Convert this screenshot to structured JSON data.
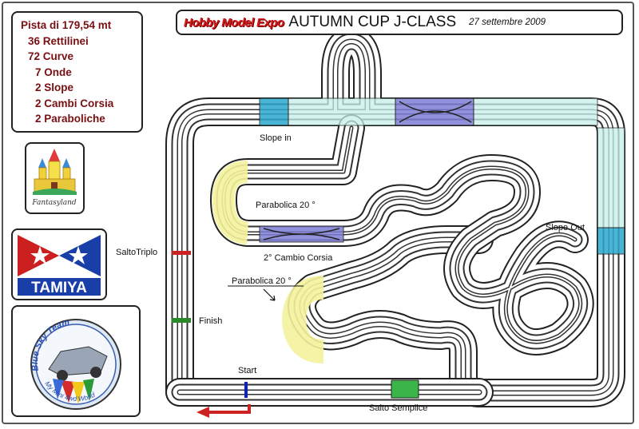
{
  "stats": {
    "length": "Pista di 179,54 mt",
    "items": [
      "36 Rettilinei",
      "72 Curve",
      "7 Onde",
      "2 Slope",
      "2 Cambi Corsia",
      "2 Paraboliche"
    ]
  },
  "header": {
    "brand": "Hobby Model Expo",
    "event": "AUTUMN CUP J-CLASS",
    "date": "27 settembre 2009"
  },
  "labels": {
    "slope_in": "Slope in",
    "parabolica1": "Parabolica 20 °",
    "cambio_corsia": "2° Cambio Corsia",
    "parabolica2": "Parabolica 20 °",
    "slope_out": "Slope Out",
    "salto_triplo": "SaltoTriplo",
    "finish": "Finish",
    "start": "Start",
    "salto_semplice": "Salto Semplice"
  },
  "logos": {
    "fantasyland": "Fantasyland",
    "tamiya": "TAMIYA",
    "bluesky_top": "Blue Sky Team",
    "bluesky_bottom": "My Mini 4wd World"
  },
  "colors": {
    "stats_text": "#7a0f12",
    "brand_red": "#d81818",
    "slope": "#2aa8cc",
    "slope_light": "#c6f0ea",
    "parabolica": "#f4f29c",
    "lane_change": "#7e7ed6",
    "salto": "#3ab54a",
    "finish": "#2a8a2a",
    "salto_triplo": "#cc2222",
    "start": "#1122bb",
    "arrow": "#cc2222"
  }
}
